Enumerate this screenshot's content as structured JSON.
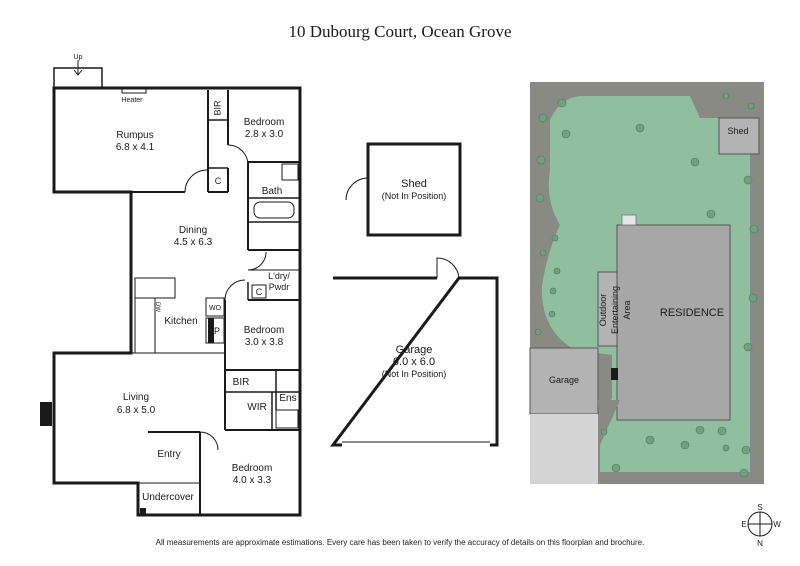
{
  "title": "10 Dubourg Court, Ocean Grove",
  "footer": "All measurements are approximate estimations. Every care has been taken to verify the accuracy of details on this floorplan and brochure.",
  "floorplan": {
    "rooms": {
      "rumpus": {
        "name": "Rumpus",
        "size": "6.8 x 4.1"
      },
      "bedroom1": {
        "name": "Bedroom",
        "size": "2.8 x 3.0"
      },
      "dining": {
        "name": "Dining",
        "size": "4.5 x 6.3"
      },
      "kitchen": {
        "name": "Kitchen"
      },
      "bedroom2": {
        "name": "Bedroom",
        "size": "3.0 x 3.8"
      },
      "living": {
        "name": "Living",
        "size": "6.8 x 5.0"
      },
      "bedroom3": {
        "name": "Bedroom",
        "size": "4.0 x 3.3"
      },
      "bath": "Bath",
      "laundry_line1": "L'dry/",
      "laundry_line2": "Pwdr",
      "entry": "Entry",
      "undercover": "Undercover",
      "ens": "Ens",
      "wir": "WIR",
      "bir_top": "BIR",
      "bir_mid": "BIR",
      "c_top": "C",
      "c_laundry": "C",
      "wo": "WO",
      "pantry": "P",
      "dw": "DW",
      "heater": "Heater",
      "up": "Up"
    }
  },
  "outbuildings": {
    "shed": {
      "name": "Shed",
      "note": "(Not In Position)"
    },
    "garage": {
      "name": "Garage",
      "size": "6.0 x 6.0",
      "note": "(Not In Position)"
    }
  },
  "site_plan": {
    "shed": "Shed",
    "garage": "Garage",
    "residence": "RESIDENCE",
    "outdoor_line1": "Outdoor",
    "outdoor_line2": "Entertaining",
    "outdoor_line3": "Area",
    "colors": {
      "lawn": "#8fbf9f",
      "garden": "#8a8a84",
      "building": "#a7a7a7",
      "paving": "#d4d4d4"
    }
  },
  "compass": {
    "n": "N",
    "s": "S",
    "e": "E",
    "w": "W"
  }
}
